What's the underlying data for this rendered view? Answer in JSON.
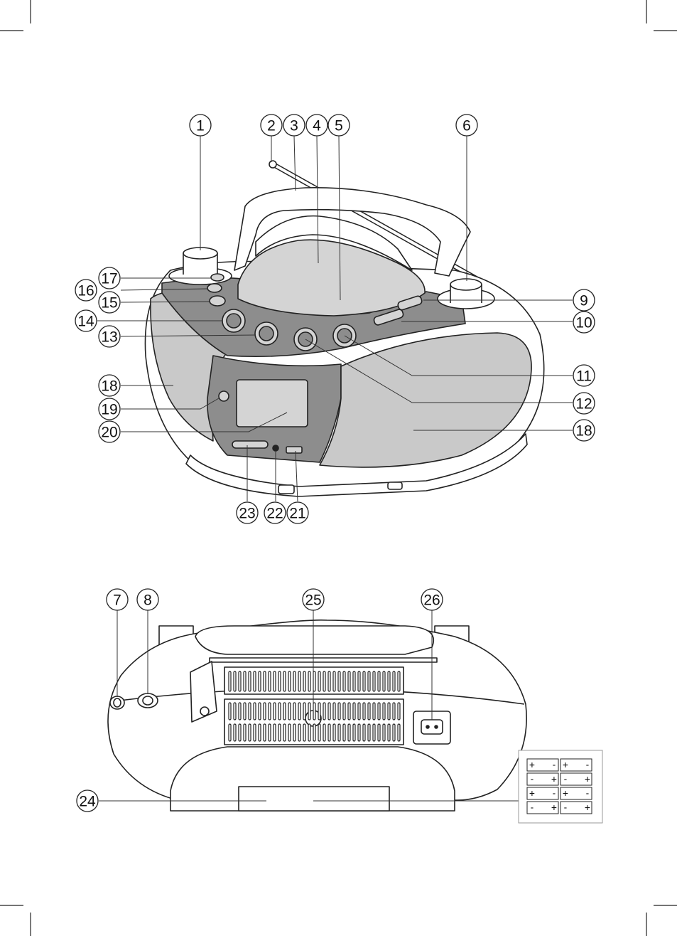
{
  "colors": {
    "line": "#222222",
    "panel_gray": "#8d8d8d",
    "speaker_gray": "#c9c9c9",
    "white": "#ffffff"
  },
  "callouts": {
    "c1": "1",
    "c2": "2",
    "c3": "3",
    "c4": "4",
    "c5": "5",
    "c6": "6",
    "c7": "7",
    "c8": "8",
    "c9": "9",
    "c10": "10",
    "c11": "11",
    "c12": "12",
    "c13": "13",
    "c14": "14",
    "c15": "15",
    "c16": "16",
    "c17": "17",
    "c18a": "18",
    "c18b": "18",
    "c19": "19",
    "c20": "20",
    "c21": "21",
    "c22": "22",
    "c23": "23",
    "c24": "24",
    "c25": "25",
    "c26": "26"
  },
  "battery_grid": {
    "cells": [
      {
        "left": "+",
        "right": "-"
      },
      {
        "left": "+",
        "right": "-"
      },
      {
        "left": "-",
        "right": "+"
      },
      {
        "left": "-",
        "right": "+"
      },
      {
        "left": "+",
        "right": "-"
      },
      {
        "left": "+",
        "right": "-"
      },
      {
        "left": "-",
        "right": "+"
      },
      {
        "left": "-",
        "right": "+"
      }
    ]
  }
}
